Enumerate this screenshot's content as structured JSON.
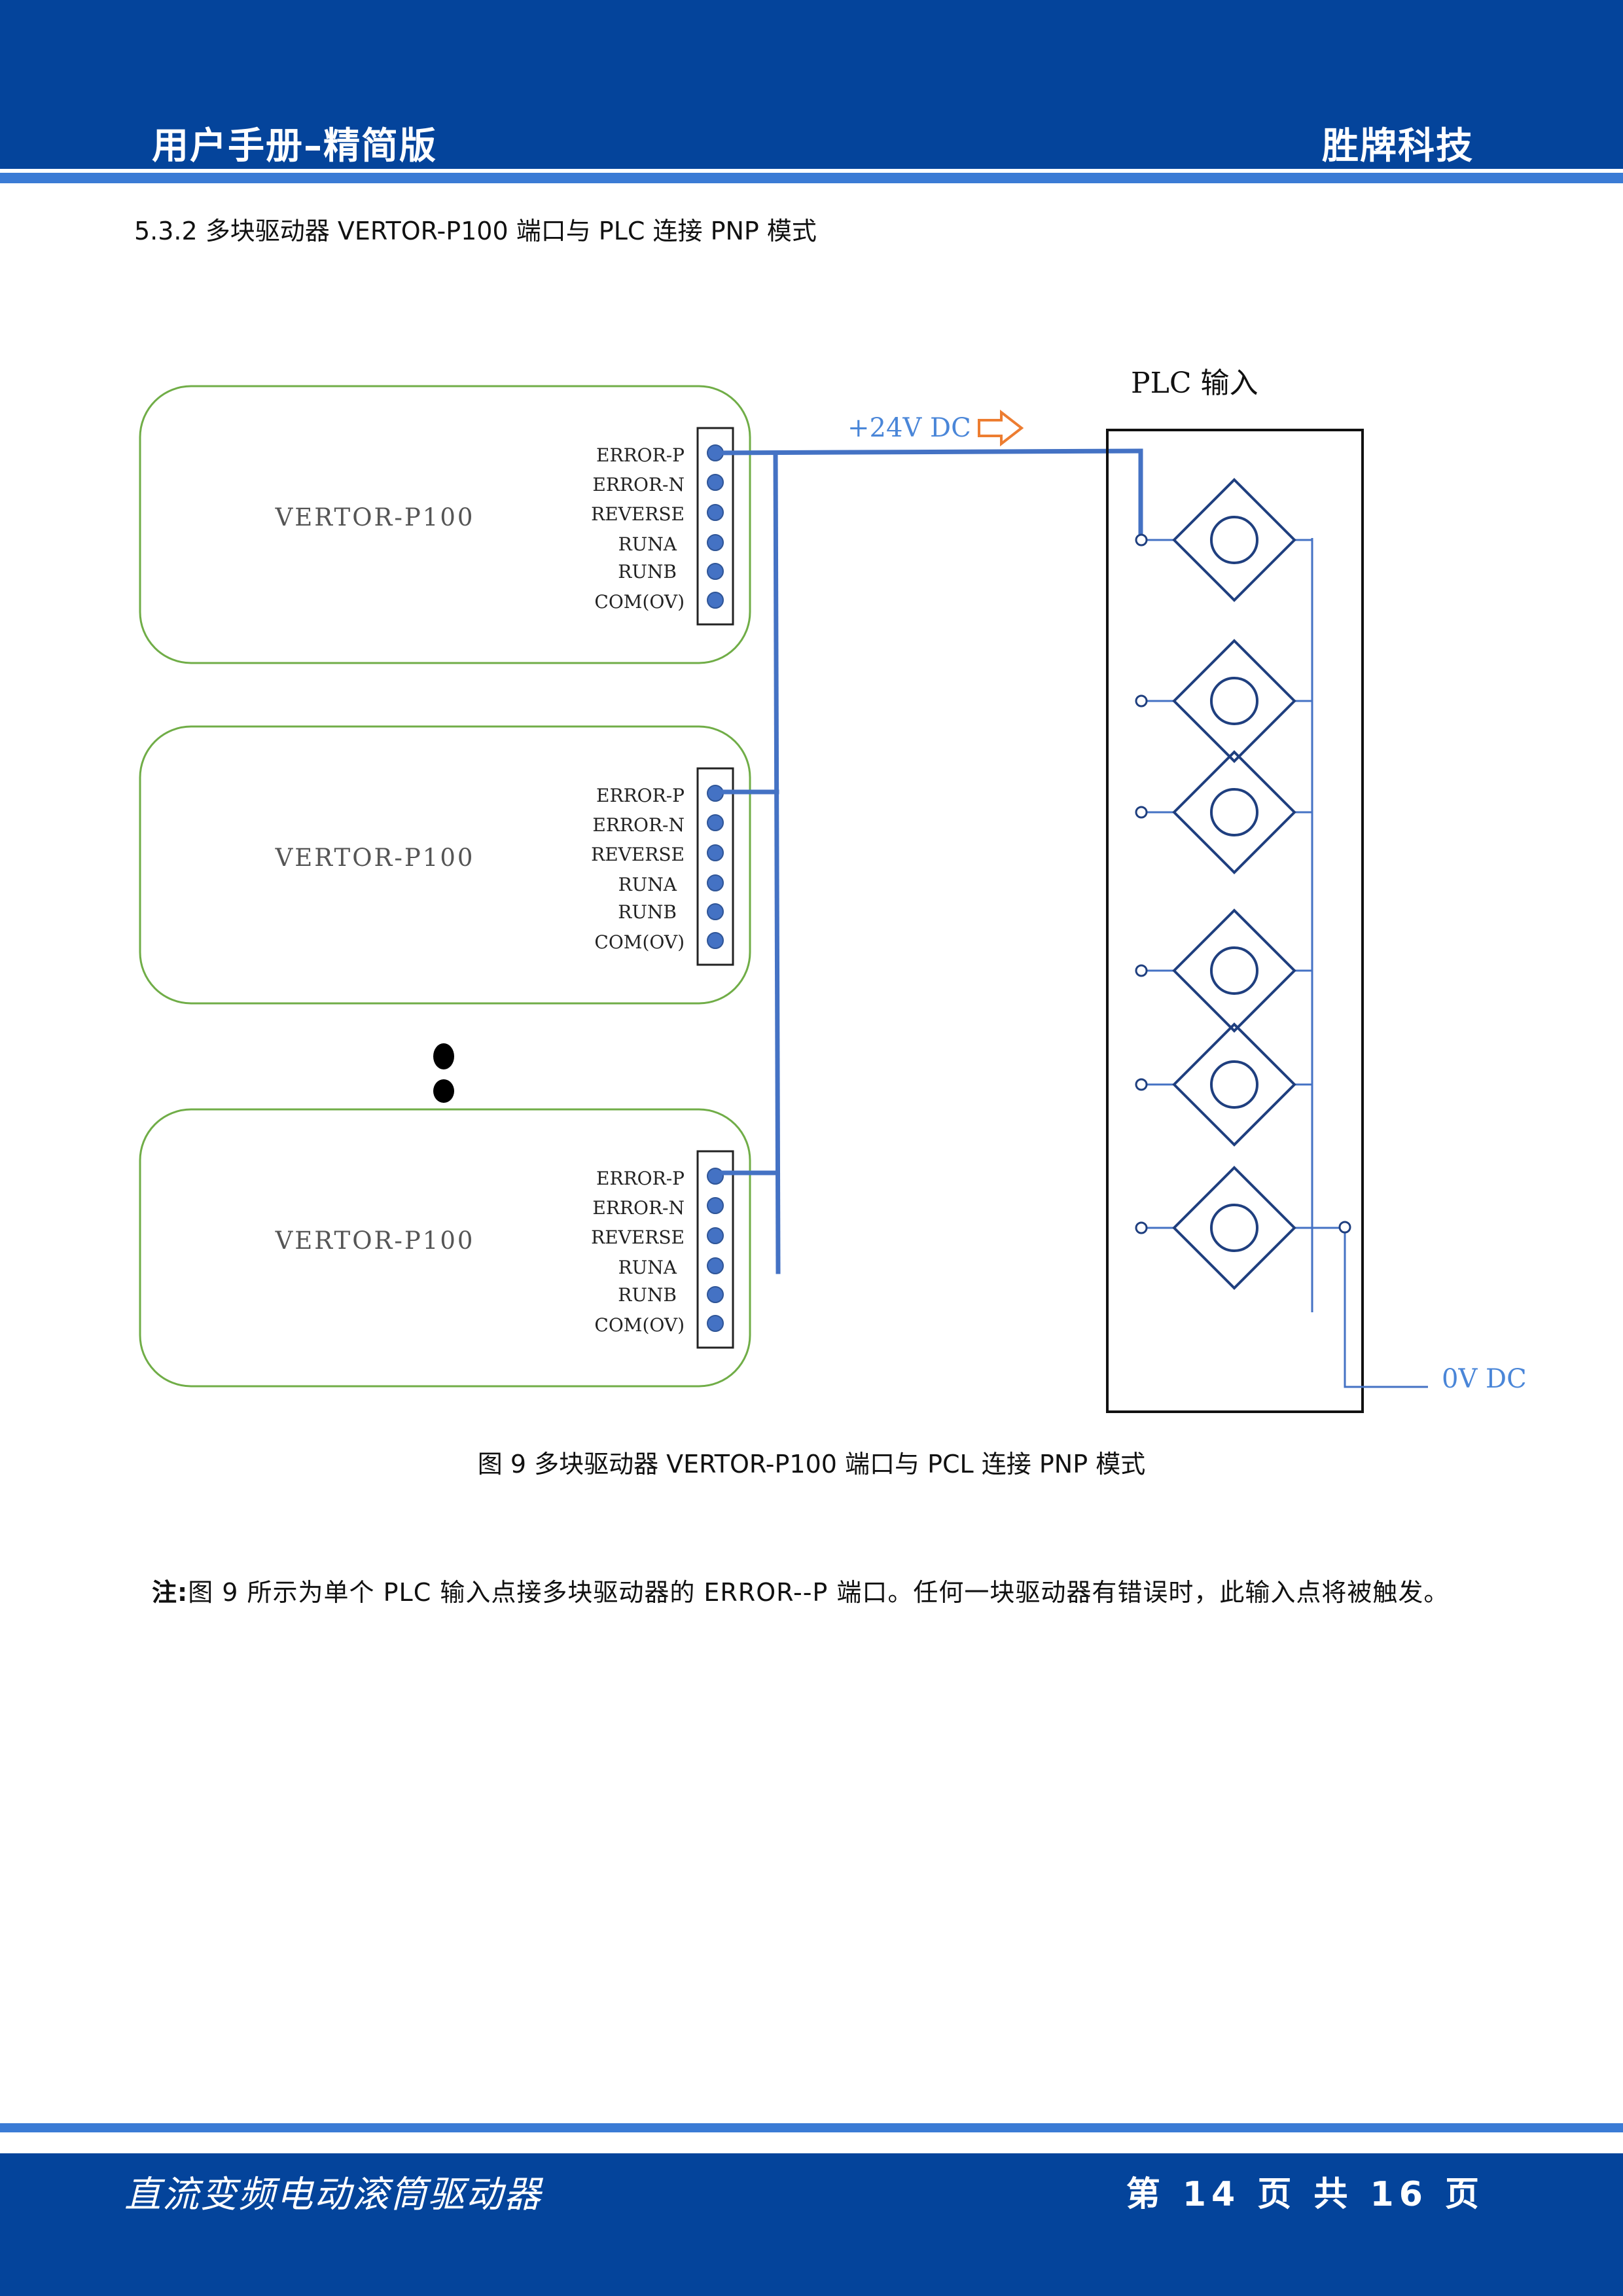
{
  "header": {
    "title": "用户手册–精简版",
    "brand": "胜牌科技"
  },
  "section": {
    "heading": "5.3.2  多块驱动器 VERTOR-P100 端口与 PLC 连接 PNP 模式"
  },
  "figure": {
    "devices": [
      {
        "name": "VERTOR-P100"
      },
      {
        "name": "VERTOR-P100"
      },
      {
        "name": "VERTOR-P100"
      }
    ],
    "pins": [
      "ERROR-P",
      "ERROR-N",
      "REVERSE",
      "RUNA",
      "RUNB",
      "COM(OV)"
    ],
    "plc_label": "PLC 输入",
    "supply_label": "+24V DC",
    "ground_label": "0V DC",
    "input_count": 6,
    "colors": {
      "device_border": "#70ad47",
      "wire": "#4472c4",
      "plc_symbol": "#1f3f7f",
      "arrow": "#ed7d31",
      "label_blue": "#4a86d8"
    },
    "caption": "图 9  多块驱动器 VERTOR-P100 端口与 PCL 连接 PNP 模式"
  },
  "note": {
    "label": "注:",
    "text": "图 9 所示为单个 PLC 输入点接多块驱动器的 ERROR--P 端口。任何一块驱动器有错误时，此输入点将被触发。"
  },
  "footer": {
    "title": "直流变频电动滚筒驱动器",
    "page": "第 14 页 共 16 页"
  }
}
